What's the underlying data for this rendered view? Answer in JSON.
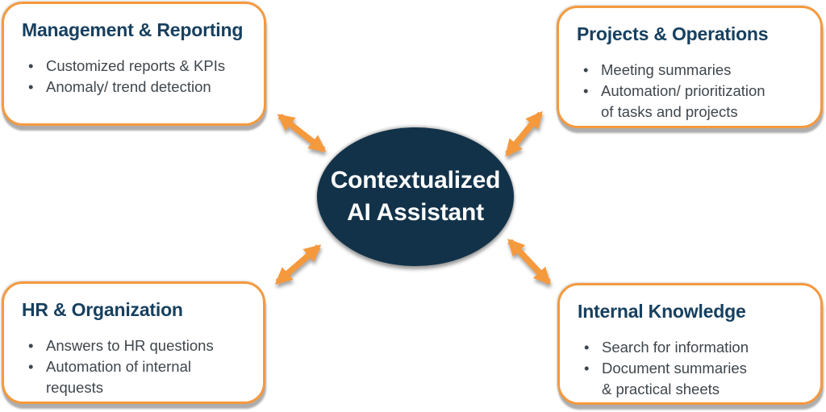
{
  "diagram": {
    "center": {
      "lines": [
        "Contextualized",
        "AI Assistant"
      ]
    },
    "boxes": [
      {
        "id": "management-reporting",
        "title": "Management & Reporting",
        "bullets": [
          "Customized reports & KPIs",
          "Anomaly/ trend detection"
        ]
      },
      {
        "id": "projects-operations",
        "title": "Projects & Operations",
        "bullets": [
          "Meeting summaries",
          "Automation/ prioritization\nof tasks and projects"
        ]
      },
      {
        "id": "hr-organization",
        "title": "HR & Organization",
        "bullets": [
          "Answers to HR questions",
          "Automation of internal requests"
        ]
      },
      {
        "id": "internal-knowledge",
        "title": "Internal Knowledge",
        "bullets": [
          "Search for information",
          "Document summaries\n& practical sheets"
        ]
      }
    ],
    "colors": {
      "accent_orange": "#f5993d",
      "navy": "#123249",
      "heading": "#17405f",
      "body_text": "#3f464c"
    }
  }
}
